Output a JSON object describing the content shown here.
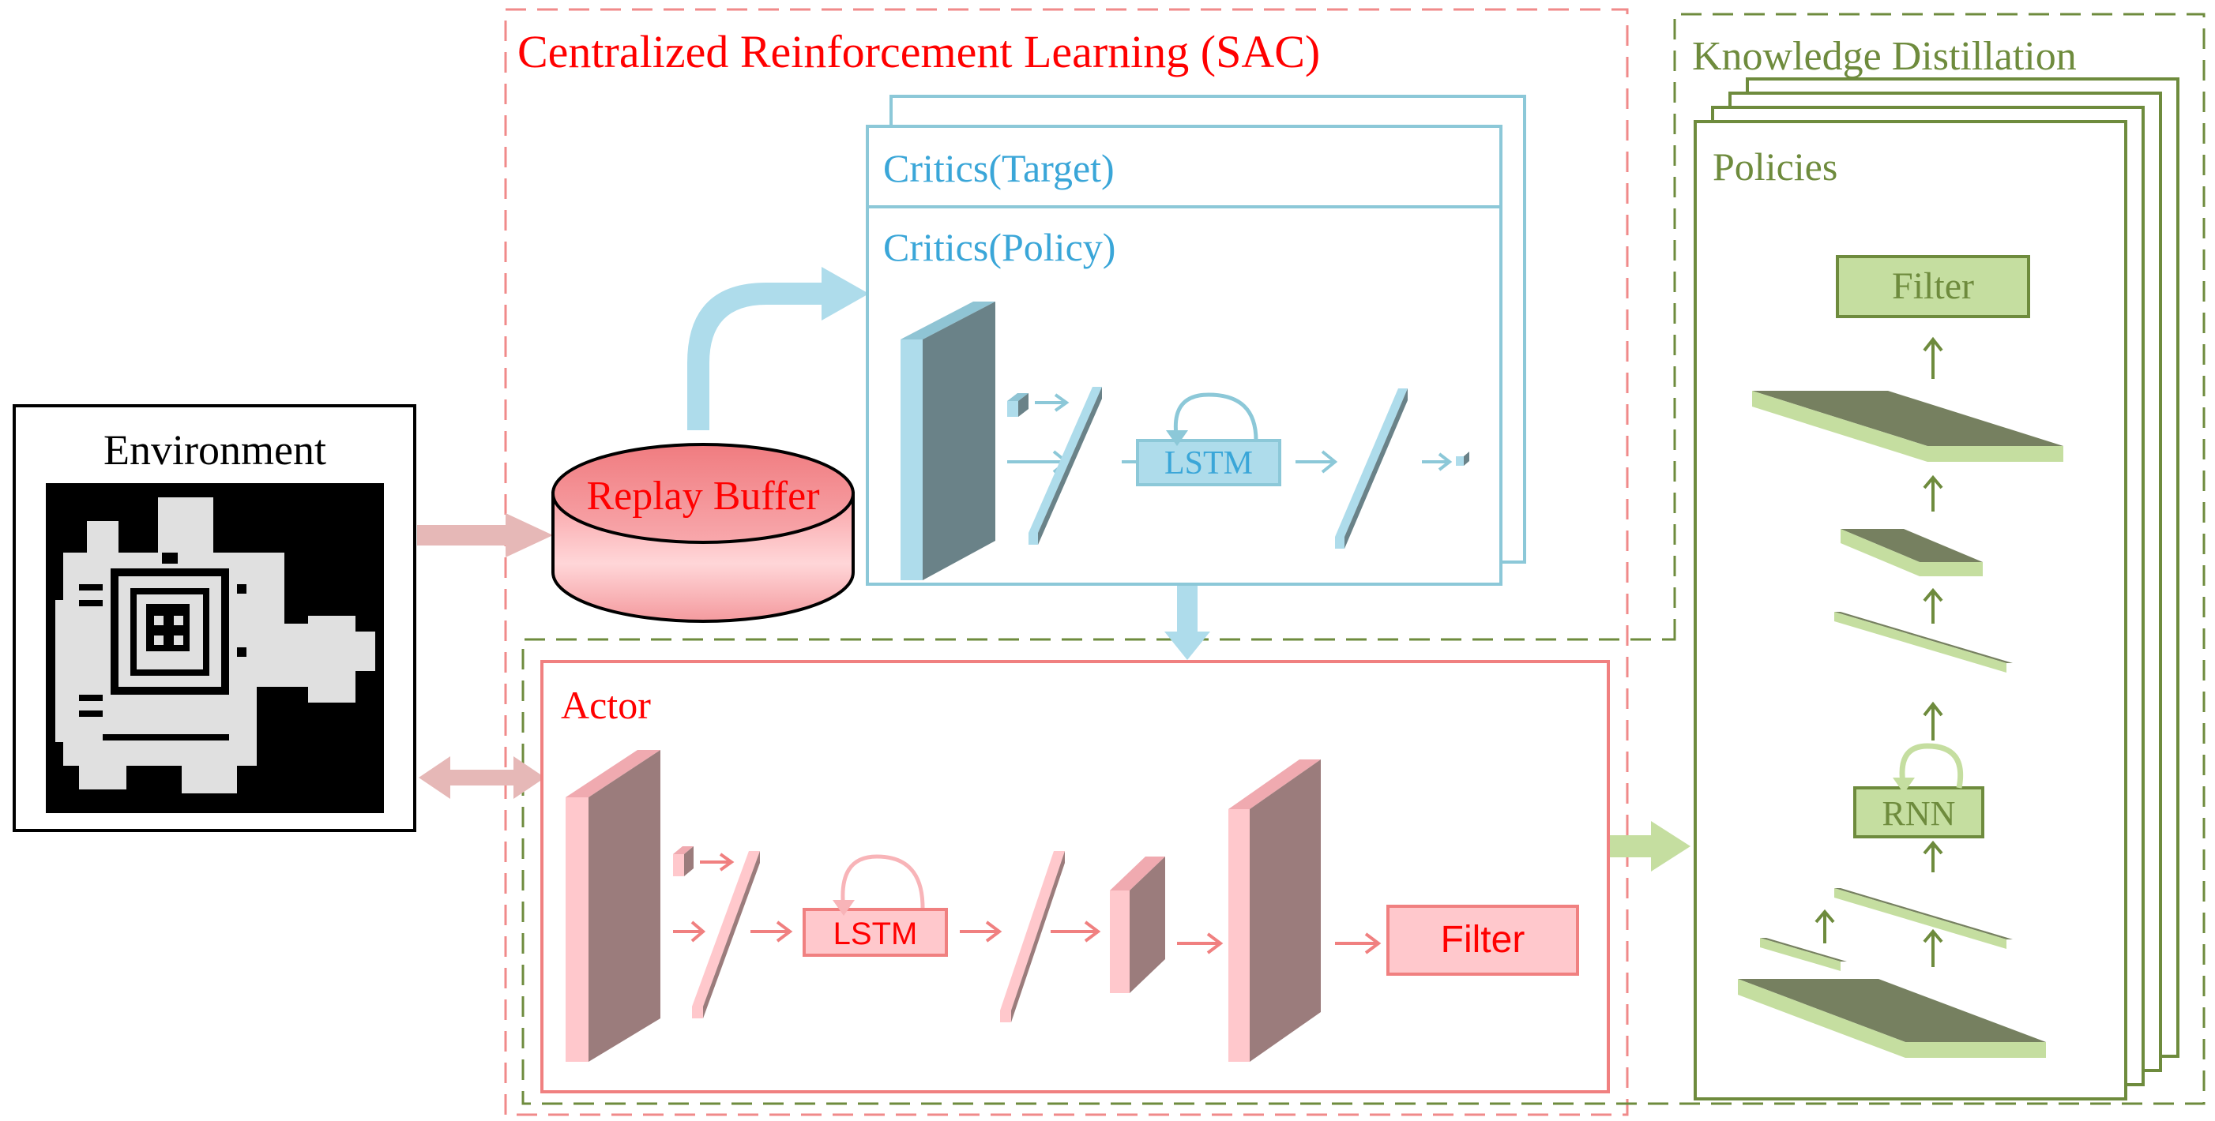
{
  "regions": {
    "sac_title": "Centralized Reinforcement Learning (SAC)",
    "kd_title": "Knowledge Distillation"
  },
  "environment": {
    "label": "Environment"
  },
  "replay_buffer": {
    "label": "Replay Buffer"
  },
  "critics": {
    "target_label": "Critics(Target)",
    "policy_label": "Critics(Policy)",
    "lstm_label": "LSTM"
  },
  "actor": {
    "label": "Actor",
    "lstm_label": "LSTM",
    "filter_label": "Filter"
  },
  "policies": {
    "label": "Policies",
    "filter_label": "Filter",
    "rnn_label": "RNN"
  },
  "colors": {
    "red": "#ff0000",
    "actor_border": "#f08080",
    "actor_fill": "#ffc8cc",
    "actor_dark": "#9b7c7c",
    "critic_border": "#8cc8d8",
    "critic_text": "#3aa6d8",
    "critic_fill": "#aedceb",
    "critic_dark": "#6a8288",
    "green_border": "#6e8b3d",
    "green_fill": "#c5dea0",
    "green_dark": "#768060",
    "arrow_pink": "#e6b8b7"
  }
}
